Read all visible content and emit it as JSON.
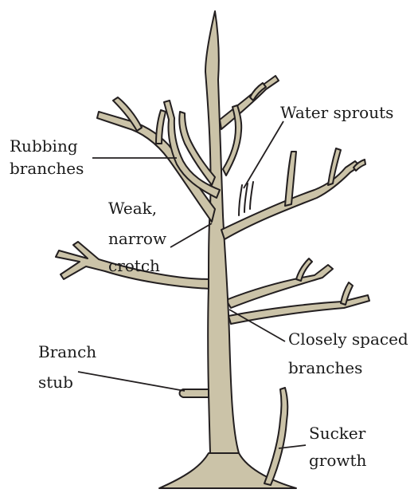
{
  "colors": {
    "bark_fill": "#cbc3a8",
    "outline": "#231f20",
    "text": "#1a1a1a",
    "background": "#ffffff"
  },
  "labels": {
    "water_sprouts": "Water sprouts",
    "rubbing_line1": "Rubbing",
    "rubbing_line2": "branches",
    "weak_line1": "Weak,",
    "weak_line2": "narrow",
    "weak_line3": "crotch",
    "closely_line1": "Closely spaced",
    "closely_line2": "branches",
    "stub_line1": "Branch",
    "stub_line2": "stub",
    "sucker_line1": "Sucker",
    "sucker_line2": "growth"
  }
}
